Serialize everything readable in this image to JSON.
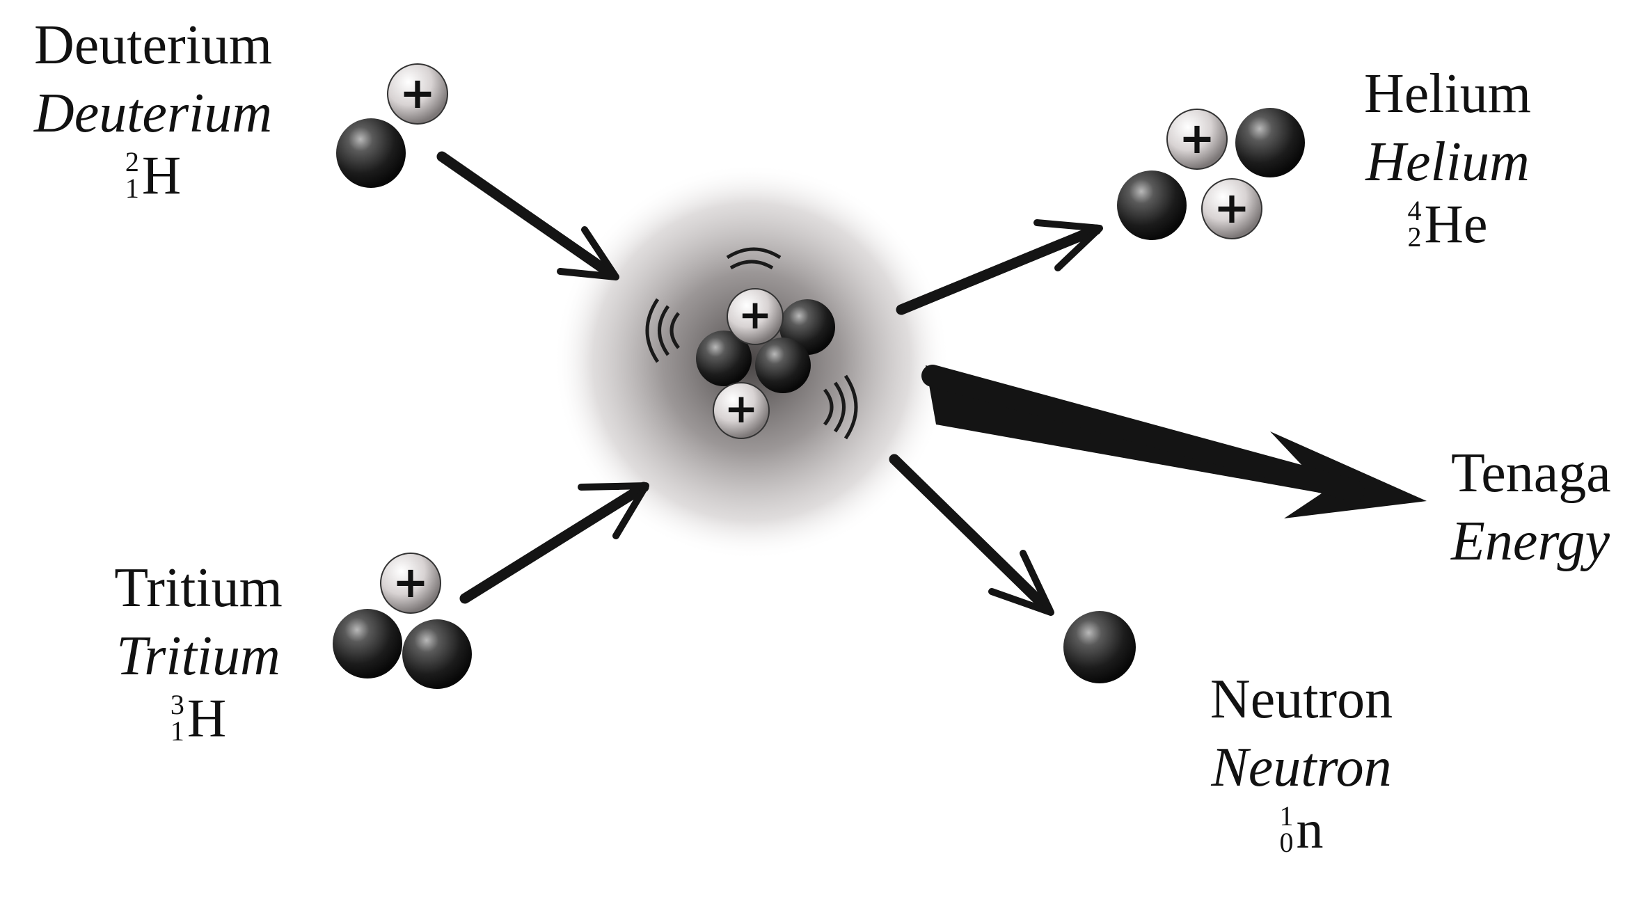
{
  "colors": {
    "proton_fill": "#d8d3d3",
    "neutron_fill": "#2f2f2f",
    "arrow": "#141414",
    "glow": "#6e6a6a",
    "text": "#111111"
  },
  "icons": [
    "proton-icon",
    "neutron-icon",
    "fusion-nucleus-icon",
    "arrow-icon"
  ],
  "labels": {
    "deuterium": {
      "name": "Deuterium",
      "name_italic": "Deuterium",
      "mass": "2",
      "atomic": "1",
      "element": "H"
    },
    "tritium": {
      "name": "Tritium",
      "name_italic": "Tritium",
      "mass": "3",
      "atomic": "1",
      "element": "H"
    },
    "helium": {
      "name": "Helium",
      "name_italic": "Helium",
      "mass": "4",
      "atomic": "2",
      "element": "He"
    },
    "neutron": {
      "name": "Neutron",
      "name_italic": "Neutron",
      "mass": "1",
      "atomic": "0",
      "element": "n"
    },
    "energy": {
      "name": "Tenaga",
      "name_italic": "Energy"
    }
  },
  "proton_symbol": "+"
}
